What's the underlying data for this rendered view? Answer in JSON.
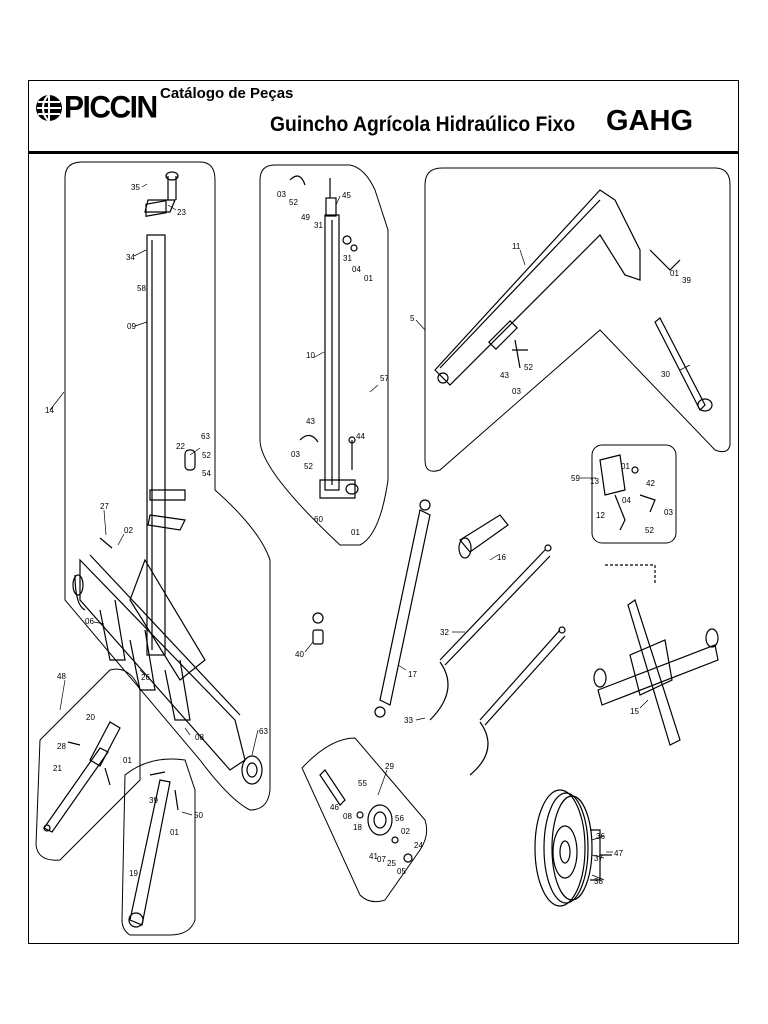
{
  "header": {
    "logo_text": "PICCIN",
    "catalog_title": "Catálogo de Peças",
    "product_title": "Guincho Agrícola Hidraúlico Fixo",
    "product_code": "GAHG"
  },
  "part_labels": {
    "p35": "35",
    "p23": "23",
    "p34": "34",
    "p58": "58",
    "p09": "09",
    "p14": "14",
    "p22": "22",
    "p63a": "63",
    "p52a": "52",
    "p54": "54",
    "p27": "27",
    "p02a": "02",
    "p06": "06",
    "p26": "26",
    "p08a": "08",
    "p63b": "63",
    "p03a": "03",
    "p52b": "52",
    "p49": "49",
    "p31a": "31",
    "p45": "45",
    "p31b": "31",
    "p04a": "04",
    "p01a": "01",
    "p10": "10",
    "p57": "57",
    "p43a": "43",
    "p03b": "03",
    "p52c": "52",
    "p44": "44",
    "p60": "60",
    "p01b": "01",
    "p11": "11",
    "p01c": "01",
    "p39a": "39",
    "p5": "5",
    "p43b": "43",
    "p52d": "52",
    "p03c": "03",
    "p30": "30",
    "p59": "59",
    "p13": "13",
    "p01d": "01",
    "p04b": "04",
    "p42": "42",
    "p12": "12",
    "p52e": "52",
    "p03d": "03",
    "p16": "16",
    "p32": "32",
    "p17": "17",
    "p33": "33",
    "p40": "40",
    "p15": "15",
    "p48": "48",
    "p20": "20",
    "p28": "28",
    "p21": "21",
    "p01e": "01",
    "p39b": "39",
    "p01f": "01",
    "p50": "50",
    "p19": "19",
    "p29": "29",
    "p55": "55",
    "p46": "46",
    "p08b": "08",
    "p18": "18",
    "p56": "56",
    "p02b": "02",
    "p41": "41",
    "p07": "07",
    "p25": "25",
    "p24": "24",
    "p05": "05",
    "p36": "36",
    "p47": "47",
    "p37": "37",
    "p38": "38"
  }
}
